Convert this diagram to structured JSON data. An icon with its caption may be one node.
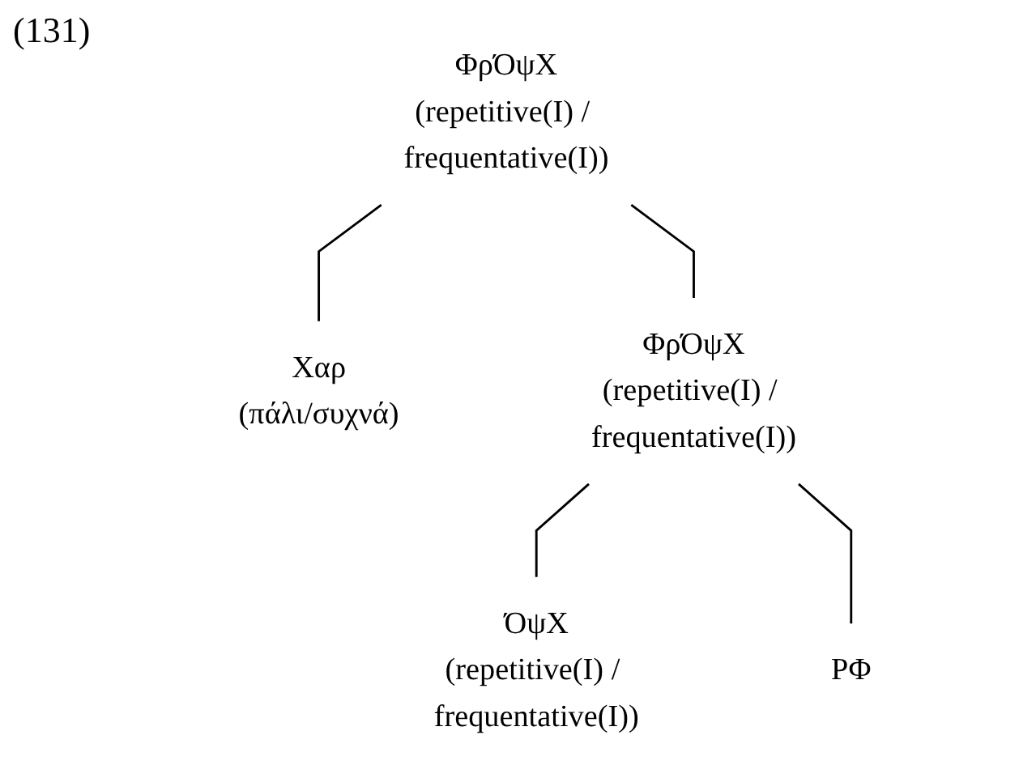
{
  "diagram": {
    "nodes": [
      {
        "text": [
          "ΦρΌψΧ",
          "(repetitive(I) / frequentative(I))"
        ]
      },
      {
        "text": [
          "Χαρ",
          "(πάλι/συχνά)"
        ]
      },
      {
        "text": [
          "ΦρΌψΧ",
          "(repetitive(I) / frequentative(I))"
        ]
      },
      {
        "text": [
          "ΌψΧ",
          "(repetitive(I) / frequentative(I))"
        ]
      },
      {
        "text": [
          "ΡΦ"
        ]
      }
    ],
    "edges": [
      {
        "from": 0,
        "to": 1,
        "arrow": "none"
      },
      {
        "from": 0,
        "to": 2,
        "arrow": "none"
      },
      {
        "from": 2,
        "to": 3,
        "arrow": "none"
      },
      {
        "from": 2,
        "to": 4,
        "arrow": "none"
      }
    ],
    "labels": [
      "(131)"
    ]
  }
}
